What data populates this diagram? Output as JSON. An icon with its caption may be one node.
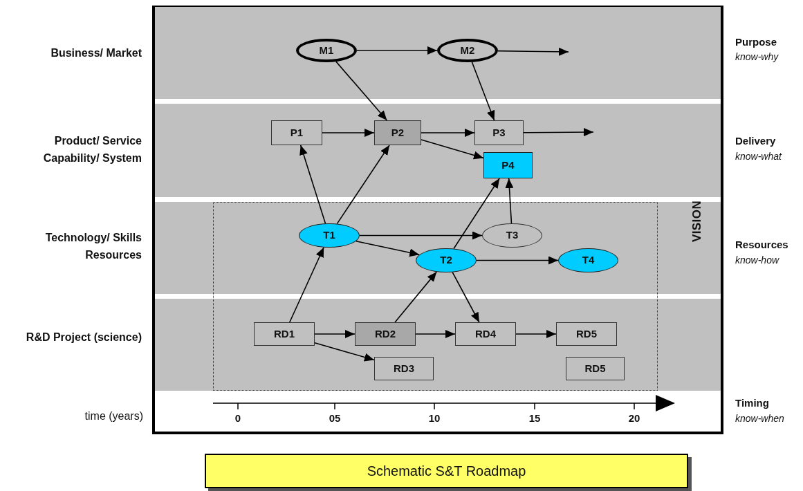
{
  "diagram": {
    "caption": "Schematic S&T Roadmap",
    "nodes": [
      {
        "text": [
          "M1"
        ]
      },
      {
        "text": [
          "M2"
        ]
      },
      {
        "text": [
          "P1"
        ]
      },
      {
        "text": [
          "P2"
        ]
      },
      {
        "text": [
          "P3"
        ]
      },
      {
        "text": [
          "P4"
        ]
      },
      {
        "text": [
          "T1"
        ]
      },
      {
        "text": [
          "T3"
        ]
      },
      {
        "text": [
          "T2"
        ]
      },
      {
        "text": [
          "T4"
        ]
      },
      {
        "text": [
          "RD1"
        ]
      },
      {
        "text": [
          "RD2"
        ]
      },
      {
        "text": [
          "RD4"
        ]
      },
      {
        "text": [
          "RD5"
        ]
      },
      {
        "text": [
          "RD3"
        ]
      },
      {
        "text": [
          "RD5"
        ]
      }
    ],
    "edges": [
      {
        "from": 0,
        "to": 1,
        "arrow": "to"
      },
      {
        "from": 1,
        "to": null,
        "arrow": "to"
      },
      {
        "from": 0,
        "to": 3,
        "arrow": "to"
      },
      {
        "from": 1,
        "to": 4,
        "arrow": "to"
      },
      {
        "from": 2,
        "to": 3,
        "arrow": "to"
      },
      {
        "from": 3,
        "to": 4,
        "arrow": "to"
      },
      {
        "from": 4,
        "to": null,
        "arrow": "to"
      },
      {
        "from": 3,
        "to": 5,
        "arrow": "to"
      },
      {
        "from": 6,
        "to": 2,
        "arrow": "to"
      },
      {
        "from": 6,
        "to": 3,
        "arrow": "to"
      },
      {
        "from": 6,
        "to": 7,
        "arrow": "to"
      },
      {
        "from": 6,
        "to": 8,
        "arrow": "to"
      },
      {
        "from": 8,
        "to": 5,
        "arrow": "to"
      },
      {
        "from": 7,
        "to": 5,
        "arrow": "to"
      },
      {
        "from": 8,
        "to": 9,
        "arrow": "to"
      },
      {
        "from": 10,
        "to": 6,
        "arrow": "to"
      },
      {
        "from": 11,
        "to": 8,
        "arrow": "to"
      },
      {
        "from": 8,
        "to": 12,
        "arrow": "to"
      },
      {
        "from": 10,
        "to": 11,
        "arrow": "to"
      },
      {
        "from": 10,
        "to": 14,
        "arrow": "to"
      },
      {
        "from": 11,
        "to": 12,
        "arrow": "to"
      },
      {
        "from": 12,
        "to": 13,
        "arrow": "to"
      }
    ],
    "labels": [
      "Business/ Market",
      "Purpose",
      "know-why",
      "Product/ Service Capability/ System",
      "Delivery",
      "know-what",
      "VISION",
      "Technology/ Skills Resources",
      "Resources",
      "know-how",
      "R&D Project (science)",
      "time (years)",
      "0",
      "05",
      "10",
      "15",
      "20",
      "Timing",
      "know-when"
    ]
  }
}
